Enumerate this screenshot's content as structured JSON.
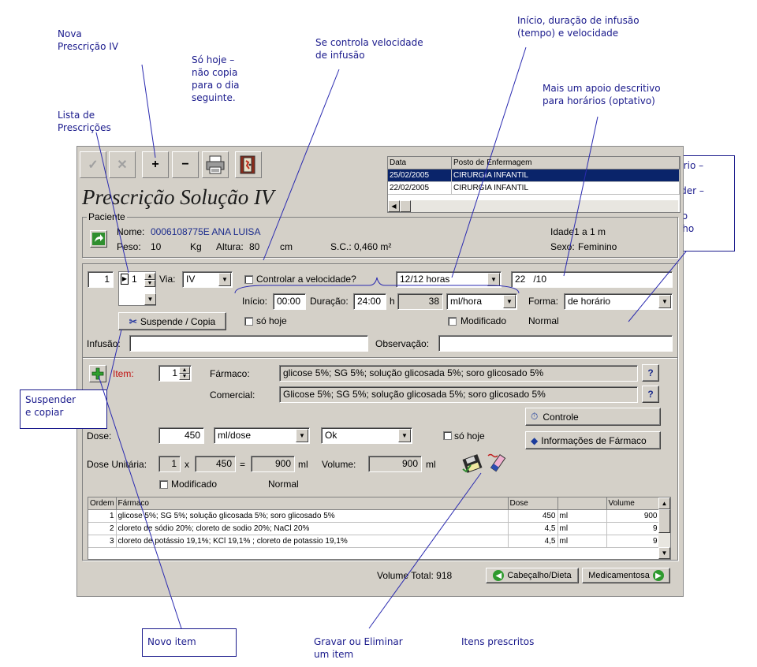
{
  "annotations": {
    "nova_prescricao": "Nova\nPrescrição IV",
    "so_hoje": "Só hoje –\nnão copia\npara o dia\nseguinte.",
    "lista_prescricoes": "Lista de\nPrescrições",
    "controla_velocidade": "Se controla velocidade\nde infusão",
    "inicio_duracao": "Início, duração de infusão\n(tempo) e velocidade",
    "apoio_descritivo": "Mais um apoio descritivo\npara horários (optativo)",
    "de_horario": "De horário –\nOk\nSuspender –\nmude e\ngrave no\ncabeçalho",
    "suspender_copiar": "Suspender\ne copiar",
    "novo_item": "Novo item",
    "gravar_eliminar": "Gravar ou Eliminar\num item",
    "itens_prescritos": "Itens prescritos"
  },
  "toolbar": {
    "ok": "✓",
    "cancel": "✕",
    "add": "+",
    "remove": "−"
  },
  "title": "Prescrição Solução IV",
  "history": {
    "headers": [
      "Data",
      "Posto de Enfermagem"
    ],
    "rows": [
      {
        "date": "25/02/2005",
        "posto": "CIRURGIA INFANTIL"
      },
      {
        "date": "22/02/2005",
        "posto": "CIRURGIA INFANTIL"
      }
    ]
  },
  "patient": {
    "group_label": "Paciente",
    "nome_label": "Nome:",
    "nome_value": "0006108775E  ANA LUISA",
    "peso_label": "Peso:",
    "peso_value": "10",
    "peso_unit": "Kg",
    "altura_label": "Altura:",
    "altura_value": "80",
    "altura_unit": "cm",
    "sc": "S.C.: 0,460 m²",
    "idade": "Idade1 a 1 m",
    "sexo_label": "Sexo:",
    "sexo_value": "Feminino"
  },
  "prescricao": {
    "num": "1",
    "sub": "1",
    "via_label": "Via:",
    "via_value": "IV",
    "controlar_label": "Controlar a velocidade?",
    "frequencia": "12/12 horas",
    "horario": "22   /10",
    "inicio_label": "Início:",
    "inicio_value": "00:00",
    "duracao_label": "Duração:",
    "duracao_value": "24:00",
    "h": "h",
    "velocidade": "38",
    "vel_unit": "ml/hora",
    "forma_label": "Forma:",
    "forma_value": "de horário",
    "suspende_label": "Suspende / Copia",
    "so_hoje_label": "só hoje",
    "modificado_label": "Modificado",
    "status": "Normal",
    "infusao_label": "Infusão:",
    "observacao_label": "Observação:"
  },
  "item": {
    "item_label": "Item:",
    "item_num": "1",
    "farmaco_label": "Fármaco:",
    "farmaco_value": "glicose 5%; SG 5%; solução glicosada 5%; soro glicosado 5%",
    "comercial_label": "Comercial:",
    "comercial_value": "Glicose 5%; SG 5%; solução glicosada 5%; soro glicosado 5%",
    "help": "?",
    "controle_label": "Controle",
    "info_label": "Informações de Fármaco",
    "dose_label": "Dose:",
    "dose_value": "450",
    "dose_unit": "ml/dose",
    "ok_value": "Ok",
    "so_hoje_label": "só hoje",
    "dose_unit_label": "Dose Unitária:",
    "du_qtd": "1",
    "x": "x",
    "du_val": "450",
    "eq": "=",
    "du_total": "900",
    "ml": "ml",
    "volume_label": "Volume:",
    "volume_value": "900",
    "modificado_label": "Modificado",
    "status": "Normal"
  },
  "items_table": {
    "headers": [
      "Ordem",
      "Fármaco",
      "Dose",
      "",
      "Volume"
    ],
    "rows": [
      {
        "ordem": "1",
        "farmaco": "glicose 5%; SG 5%; solução glicosada 5%; soro glicosado 5%",
        "dose": "450",
        "unit": "ml",
        "volume": "900"
      },
      {
        "ordem": "2",
        "farmaco": "cloreto de sódio 20%; cloreto de sodio 20%; NaCl 20%",
        "dose": "4,5",
        "unit": "ml",
        "volume": "9"
      },
      {
        "ordem": "3",
        "farmaco": "cloreto de potássio 19,1%; KCl 19,1% ; cloreto de potassio 19,1%",
        "dose": "4,5",
        "unit": "ml",
        "volume": "9"
      }
    ]
  },
  "footer": {
    "volume_total": "Volume Total: 918",
    "cabecalho": "Cabeçalho/Dieta",
    "medicamentosa": "Medicamentosa"
  }
}
